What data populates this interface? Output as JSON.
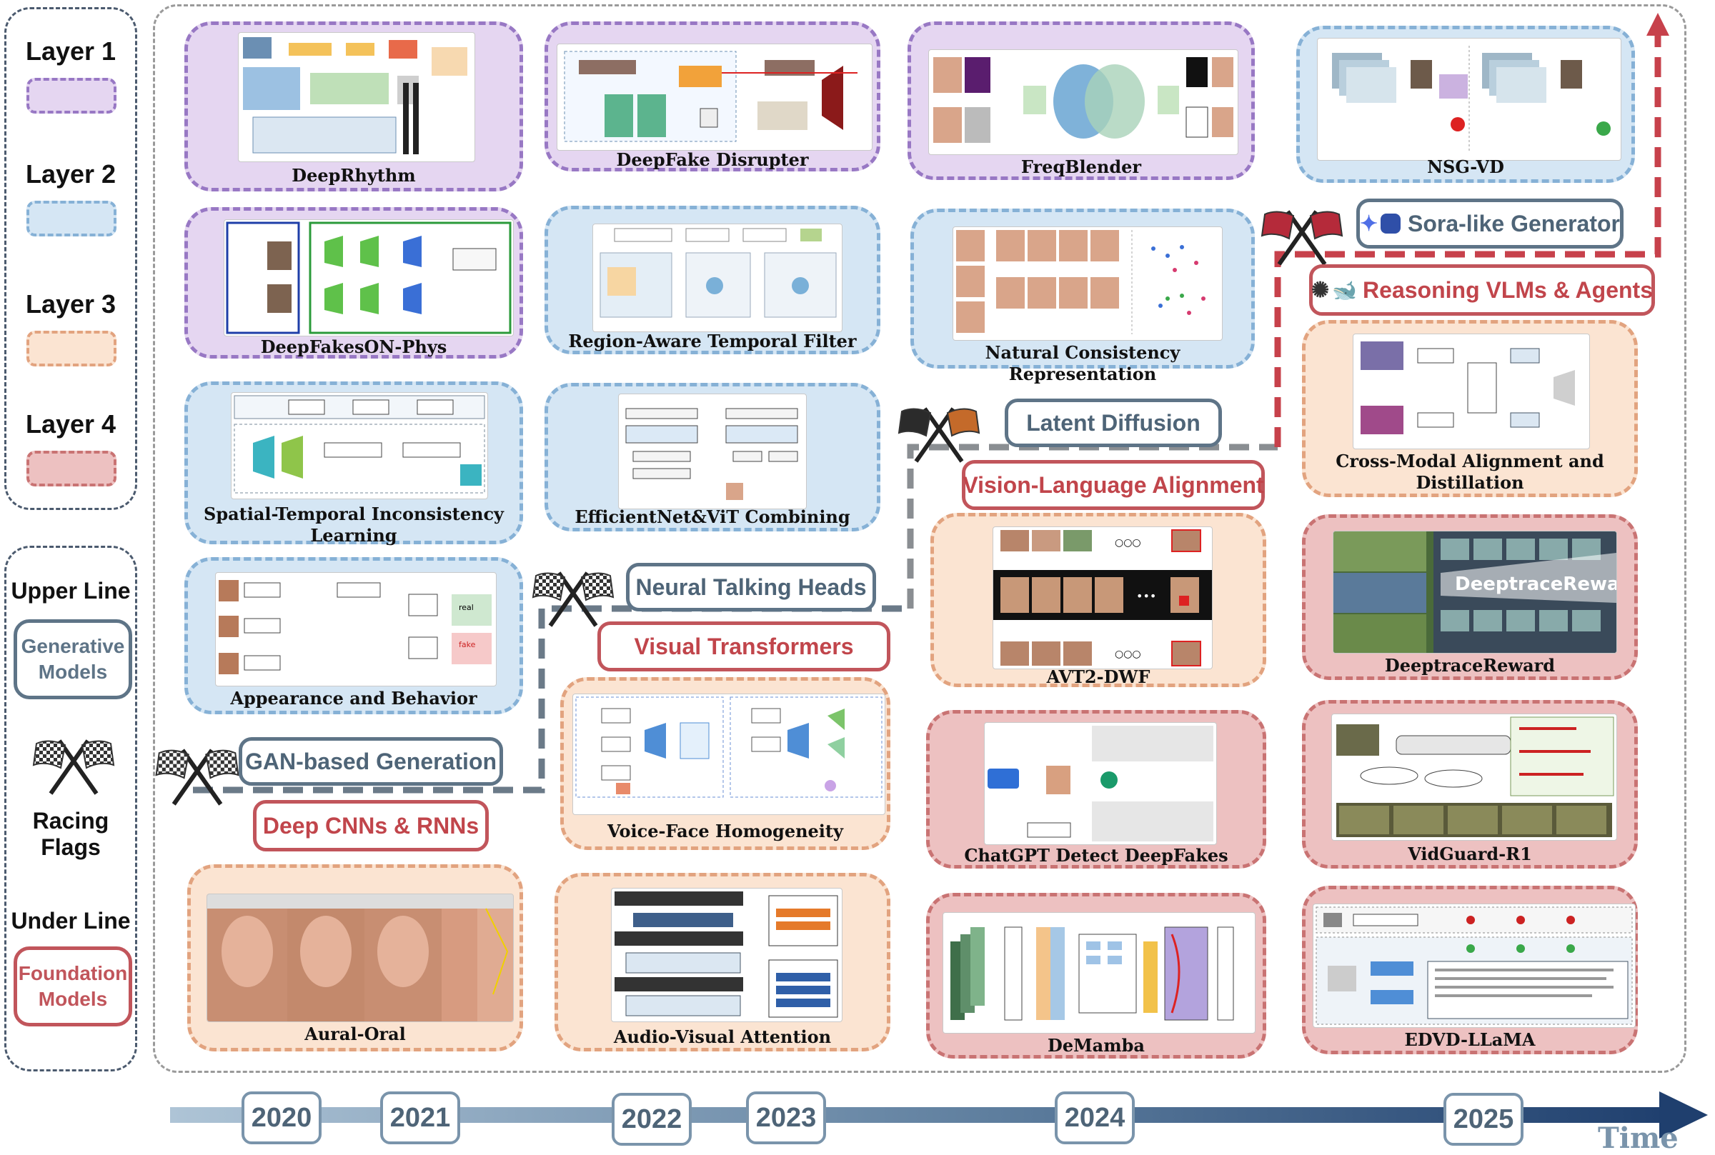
{
  "legend": {
    "layers": [
      {
        "label": "Layer 1",
        "color": "#e5d6f1",
        "border": "#9878c4"
      },
      {
        "label": "Layer 2",
        "color": "#d5e6f4",
        "border": "#86b1d6"
      },
      {
        "label": "Layer 3",
        "color": "#fbe4d2",
        "border": "#e2a37f"
      },
      {
        "label": "Layer 4",
        "color": "#edc1c1",
        "border": "#c97373"
      }
    ],
    "upper_line": {
      "title": "Upper Line",
      "pill": "Generative Models",
      "color": "#5e7487"
    },
    "racing_flags": {
      "title": "Racing Flags"
    },
    "under_line": {
      "title": "Under Line",
      "pill": "Foundation Models",
      "color": "#c1555b"
    }
  },
  "cards": [
    {
      "id": "deeprhythm",
      "label": "DeepRhythm",
      "layer": 1
    },
    {
      "id": "deepfake-disrupter",
      "label": "DeepFake Disrupter",
      "layer": 1
    },
    {
      "id": "freqblender",
      "label": "FreqBlender",
      "layer": 1
    },
    {
      "id": "nsg-vd",
      "label": "NSG-VD",
      "layer": 2
    },
    {
      "id": "deepfakeson-phys",
      "label": "DeepFakesON-Phys",
      "layer": 1
    },
    {
      "id": "region-aware",
      "label": "Region-Aware Temporal Filter",
      "layer": 2
    },
    {
      "id": "natural-consistency",
      "label": "Natural Consistency Representation",
      "layer": 2
    },
    {
      "id": "spatial-temporal",
      "label": "Spatial-Temporal Inconsistency Learning",
      "layer": 2
    },
    {
      "id": "efficientnet-vit",
      "label": "EfficientNet&ViT Combining",
      "layer": 2
    },
    {
      "id": "appearance-behavior",
      "label": "Appearance and Behavior",
      "layer": 2
    },
    {
      "id": "voice-face",
      "label": "Voice-Face Homogeneity",
      "layer": 3
    },
    {
      "id": "aural-oral",
      "label": "Aural-Oral",
      "layer": 3
    },
    {
      "id": "audio-visual",
      "label": "Audio-Visual Attention",
      "layer": 3
    },
    {
      "id": "avt2-dwf",
      "label": "AVT2-DWF",
      "layer": 3
    },
    {
      "id": "chatgpt-detect",
      "label": "ChatGPT Detect DeepFakes",
      "layer": 4
    },
    {
      "id": "demamba",
      "label": "DeMamba",
      "layer": 4
    },
    {
      "id": "cross-modal",
      "label": "Cross-Modal Alignment and Distillation",
      "layer": 3
    },
    {
      "id": "deeptrace",
      "label": "DeeptraceReward",
      "layer": 4
    },
    {
      "id": "vidguard",
      "label": "VidGuard-R1",
      "layer": 4
    },
    {
      "id": "edvd",
      "label": "EDVD-LLaMA",
      "layer": 4
    }
  ],
  "tags": {
    "gan": "GAN-based Generation",
    "deep_cnns": "Deep CNNs & RNNs",
    "talking_heads": "Neural Talking Heads",
    "visual_transformers": "Visual Transformers",
    "latent_diffusion": "Latent Diffusion",
    "vl_alignment": "Vision-Language Alignment",
    "sora": "Sora-like Generator",
    "reasoning": "Reasoning VLMs & Agents"
  },
  "timeline": {
    "years": [
      "2020",
      "2021",
      "2022",
      "2023",
      "2024",
      "2025"
    ],
    "axis_label": "Time",
    "color": "#1f3f6e"
  },
  "thumbnail_text": {
    "appearance_real": "real",
    "appearance_fake": "fake",
    "deeptrace_overlay": "DeeptraceReward"
  }
}
